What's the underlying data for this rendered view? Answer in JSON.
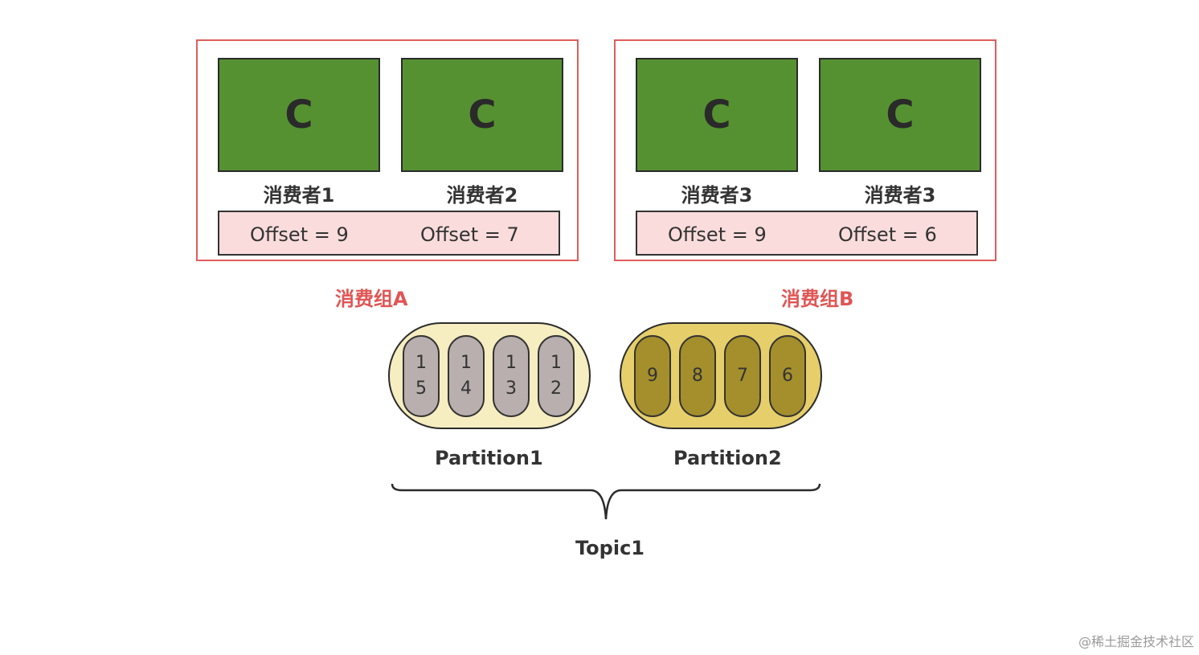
{
  "groups": [
    {
      "label": "消费组A",
      "consumers": [
        {
          "letter": "C",
          "name": "消费者1"
        },
        {
          "letter": "C",
          "name": "消费者2"
        }
      ],
      "offsets": [
        "Offset = 9",
        "Offset = 7"
      ]
    },
    {
      "label": "消费组B",
      "consumers": [
        {
          "letter": "C",
          "name": "消费者3"
        },
        {
          "letter": "C",
          "name": "消费者3"
        }
      ],
      "offsets": [
        "Offset = 9",
        "Offset = 6"
      ]
    }
  ],
  "partitions": [
    {
      "name": "Partition1",
      "messages": [
        "15",
        "14",
        "13",
        "12"
      ]
    },
    {
      "name": "Partition2",
      "messages": [
        "9",
        "8",
        "7",
        "6"
      ]
    }
  ],
  "topic": "Topic1",
  "watermark": "@稀土掘金技术社区",
  "colors": {
    "consumer": "#559131",
    "group_border": "#e05c5c",
    "group_label": "#e05555",
    "offset_bg": "#fadcdc",
    "partition1_bg": "#f6edc0",
    "partition1_msg": "#b9afaf",
    "partition2_bg": "#e6cf6a",
    "partition2_msg": "#a48f2c"
  }
}
